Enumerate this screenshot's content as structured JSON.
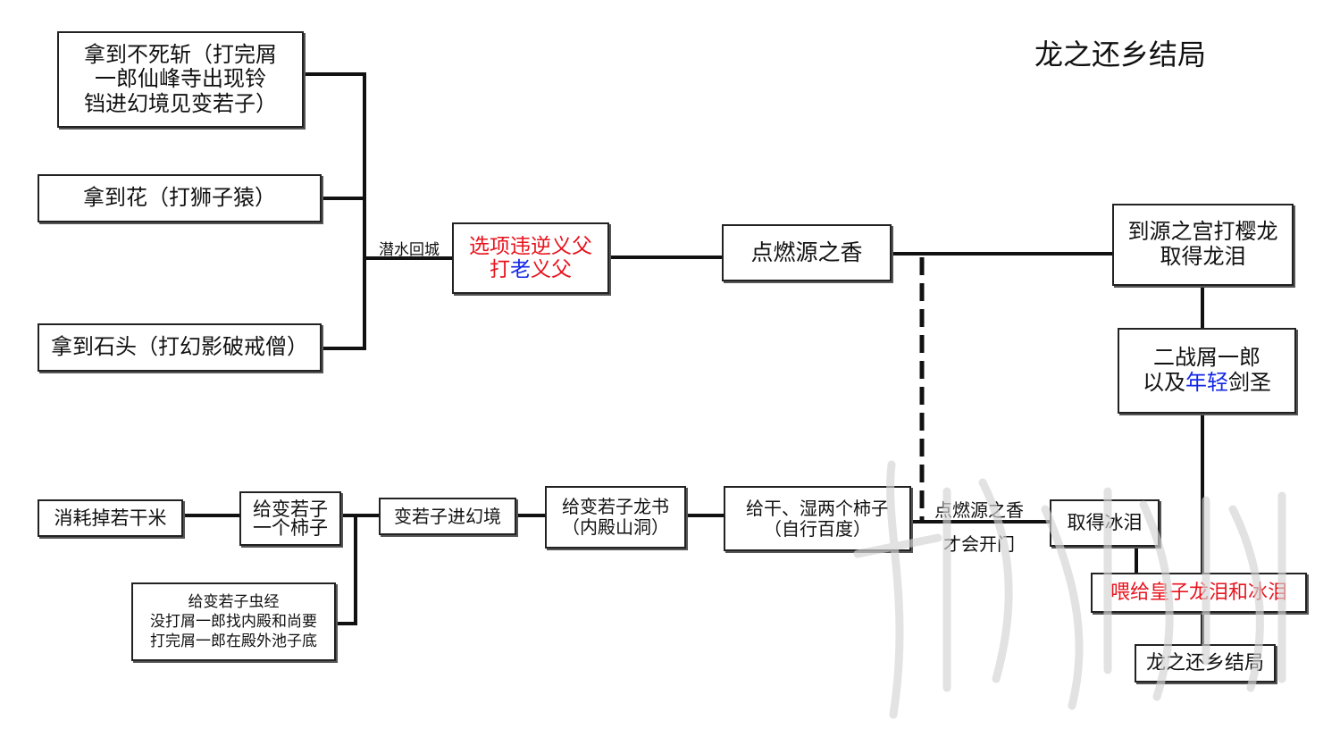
{
  "title": "龙之还乡结局",
  "labels": {
    "dive_return": "潜水回城",
    "light_incense_top": "点燃源之香",
    "door_opens": "才会开门"
  },
  "nodes": {
    "immortal_blade": [
      "拿到不死斩（打完屑",
      "一郎仙峰寺出现铃",
      "铛进幻境见变若子）"
    ],
    "flower": "拿到花（打狮子猿）",
    "stone": "拿到石头（打幻影破戒僧）",
    "betray": {
      "line1": "选项违逆义父",
      "line2_a": "打",
      "line2_b": "老",
      "line2_c": "义父"
    },
    "light_incense": "点燃源之香",
    "sakura_dragon": [
      "到源之宫打樱龙",
      "取得龙泪"
    ],
    "isshin": {
      "line1": "二战屑一郎",
      "line2_a": "以及",
      "line2_b": "年轻",
      "line2_c": "剑圣"
    },
    "consume_rice": "消耗掉若干米",
    "give_persimmon": [
      "给变若子",
      "一个柿子"
    ],
    "give_bug_scroll": [
      "给变若子虫经",
      "没打屑一郎找内殿和尚要",
      "打完屑一郎在殿外池子底"
    ],
    "enter_illusion": "变若子进幻境",
    "dragon_book": [
      "给变若子龙书",
      "（内殿山洞）"
    ],
    "two_persimmons": [
      "给干、湿两个柿子",
      "（自行百度）"
    ],
    "frozen_tears": "取得冰泪",
    "feed_prince": "喂给皇子龙泪和冰泪",
    "ending": "龙之还乡结局"
  },
  "colors": {
    "red": "#e8141e",
    "blue": "#1428e6",
    "line": "#111111"
  }
}
